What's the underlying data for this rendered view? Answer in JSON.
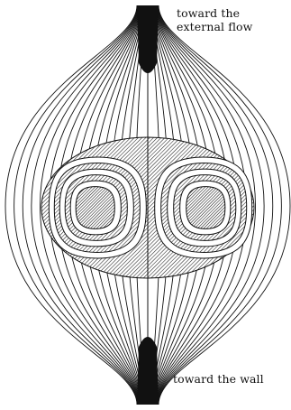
{
  "labels": {
    "top_line_1": "toward the",
    "top_line_2": "external flow",
    "bottom": "toward the wall"
  },
  "colors": {
    "ink": "#111111",
    "background": "#ffffff"
  }
}
